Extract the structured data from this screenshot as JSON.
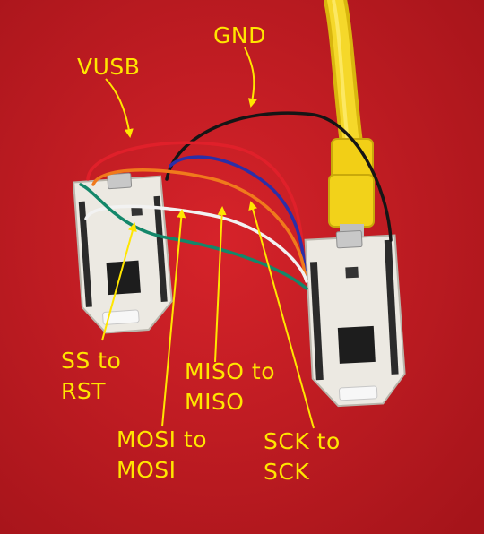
{
  "annotations": {
    "vusb": "VUSB",
    "gnd": "GND",
    "ss_line1": "SS to",
    "ss_line2": "RST",
    "miso_line1": "MISO to",
    "miso_line2": "MISO",
    "mosi_line1": "MOSI to",
    "mosi_line2": "MOSI",
    "sck_line1": "SCK to",
    "sck_line2": "SCK"
  },
  "colors": {
    "table_surface": "#c81e24",
    "label_text": "#ffe600",
    "label_arrow": "#ffe600",
    "usb_cable": "#f2d21a",
    "board_body": "#ece9e2",
    "chip": "#1d1d1d",
    "wire_red": "#e0202a",
    "wire_black": "#151515",
    "wire_blue": "#2b2fa8",
    "wire_orange": "#f07a1c",
    "wire_white": "#efefef",
    "wire_green": "#14876a"
  }
}
